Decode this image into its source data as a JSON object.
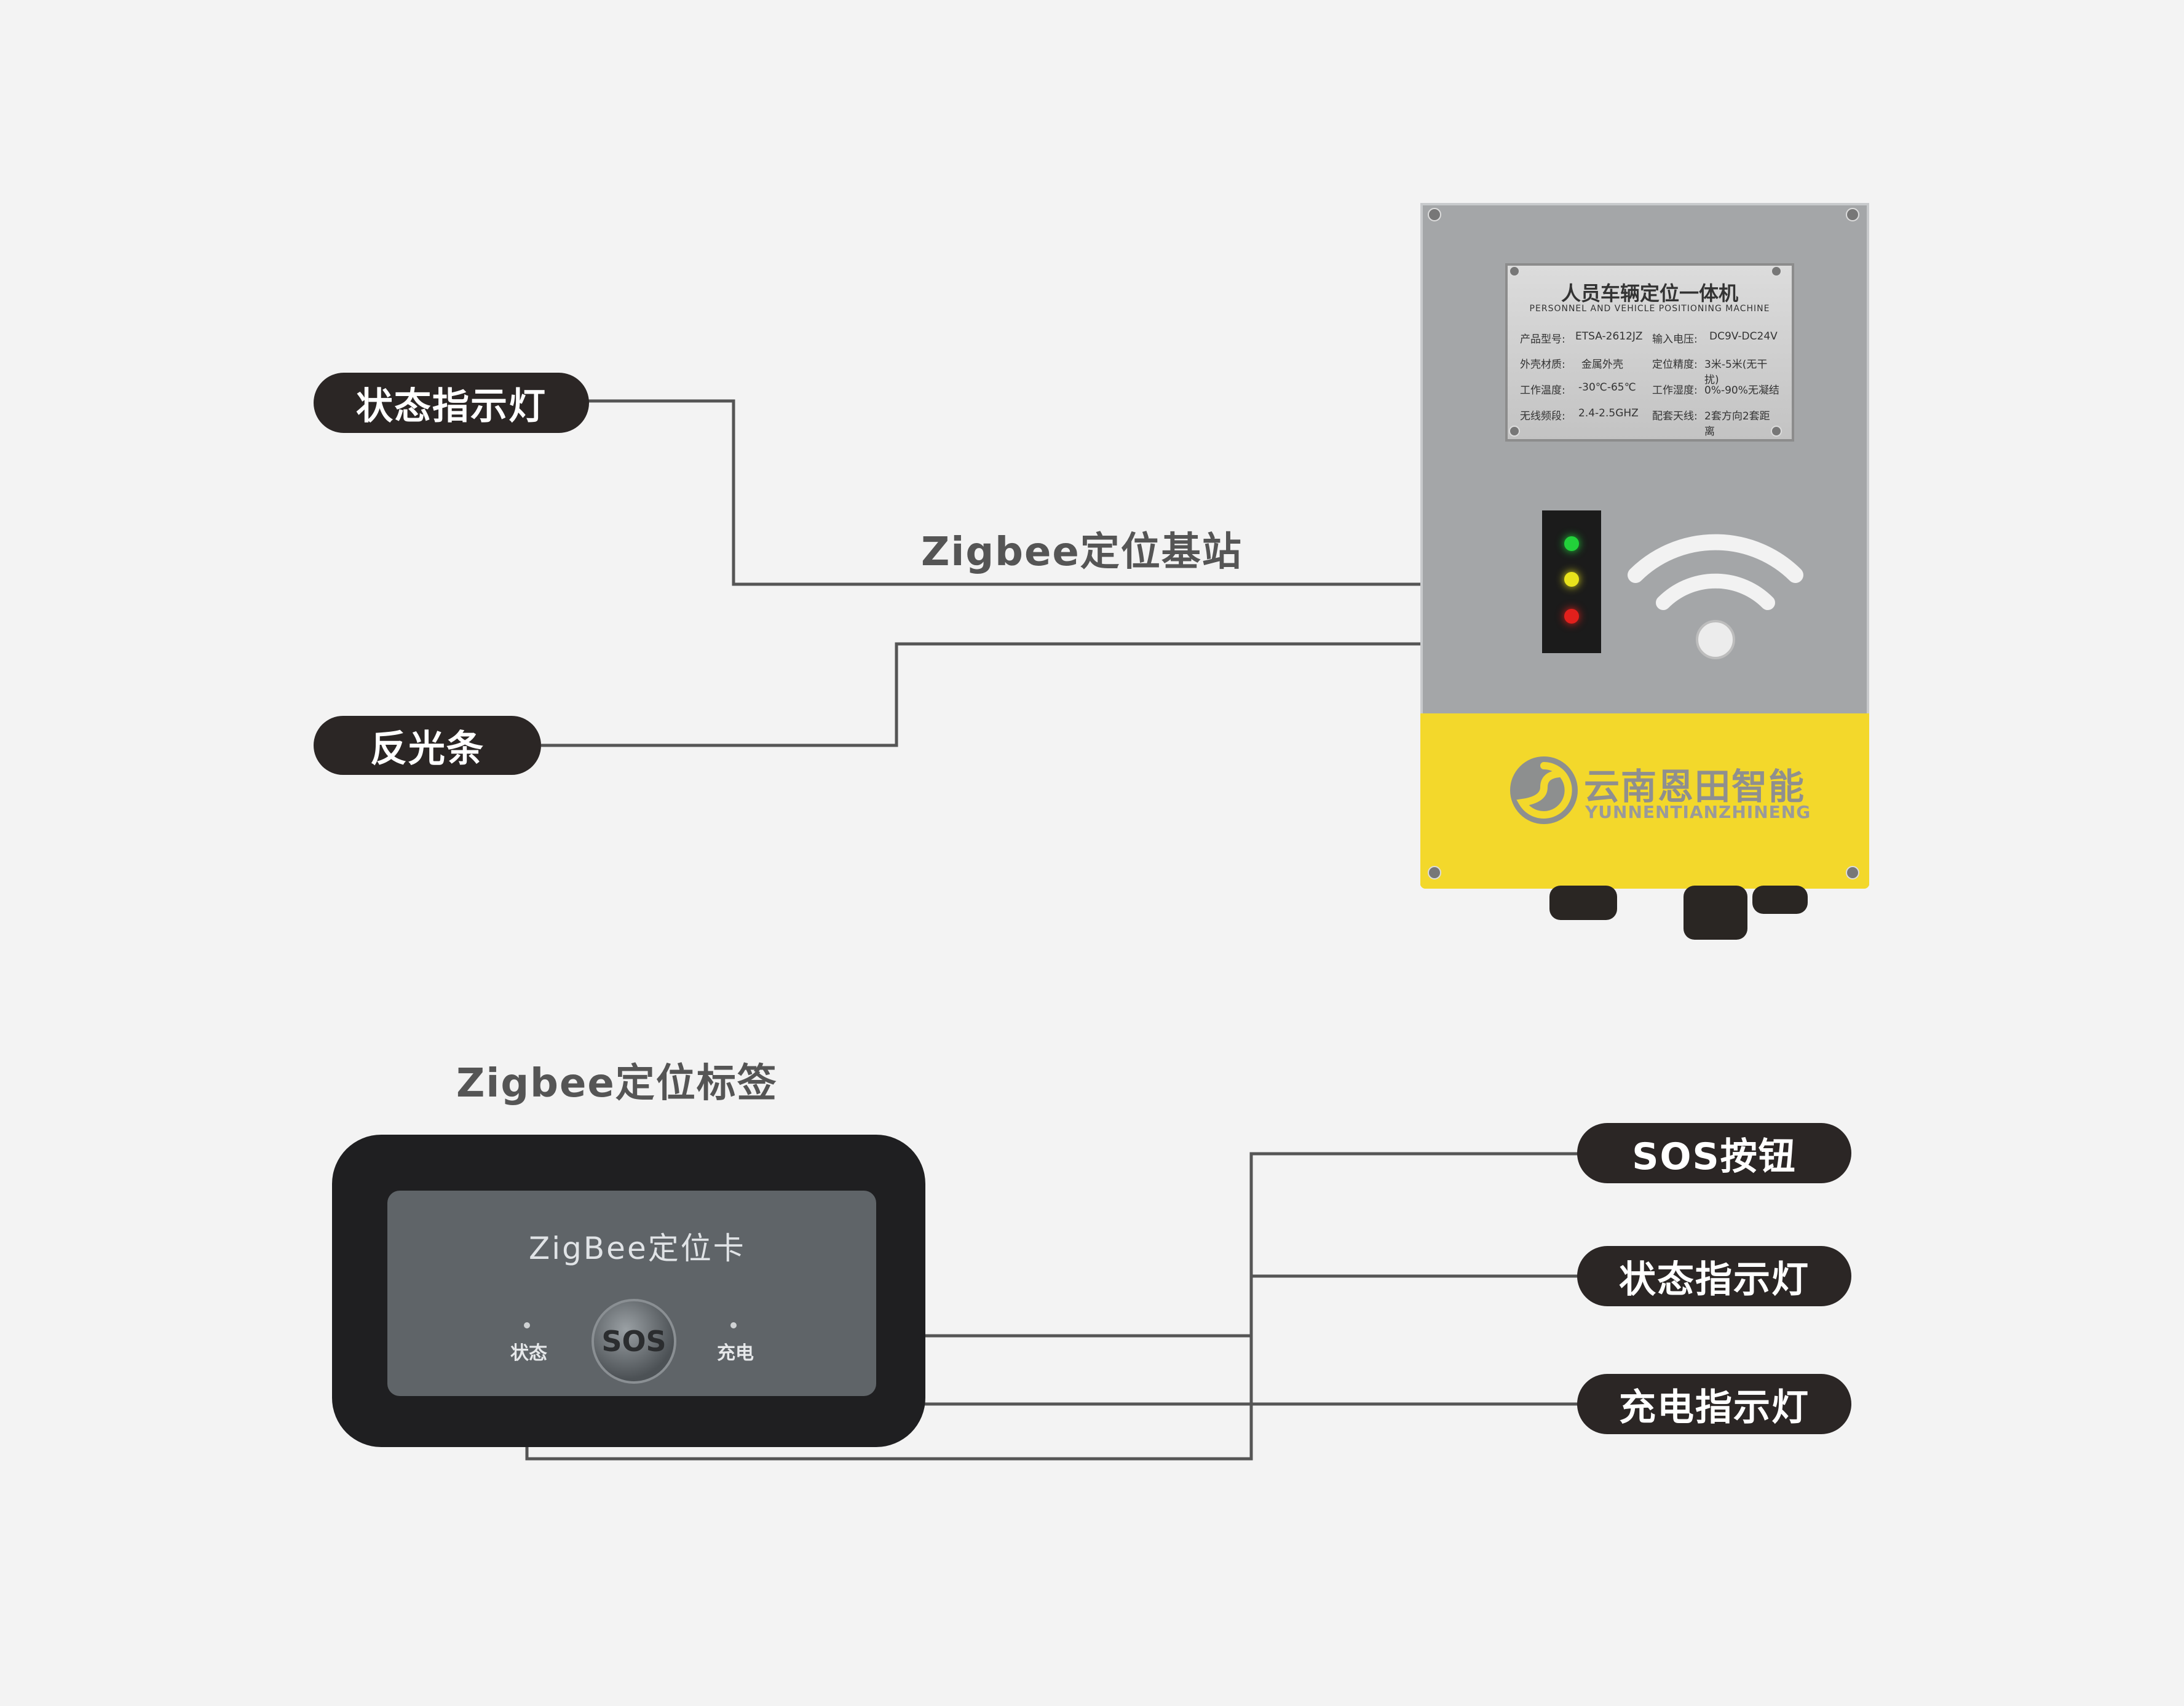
{
  "callouts": {
    "station_status_led": "状态指示灯",
    "station_reflector": "反光条",
    "tag_sos_button": "SOS按钮",
    "tag_status_led": "状态指示灯",
    "tag_charge_led": "充电指示灯"
  },
  "captions": {
    "station": "Zigbee定位基站",
    "tag": "Zigbee定位标签"
  },
  "station": {
    "plate": {
      "title": "人员车辆定位一体机",
      "subtitle": "PERSONNEL AND VEHICLE POSITIONING MACHINE",
      "rows": [
        {
          "k1": "产品型号:",
          "v1": "ETSA-2612JZ",
          "k2": "输入电压:",
          "v2": "DC9V-DC24V"
        },
        {
          "k1": "外壳材质:",
          "v1": "金属外壳",
          "k2": "定位精度:",
          "v2": "3米-5米(无干扰)"
        },
        {
          "k1": "工作温度:",
          "v1": "-30℃-65℃",
          "k2": "工作湿度:",
          "v2": "0%-90%无凝结"
        },
        {
          "k1": "无线频段:",
          "v1": "2.4-2.5GHZ",
          "k2": "配套天线:",
          "v2": "2套方向2套距离"
        }
      ]
    },
    "brand_cn": "云南恩田智能",
    "brand_en": "YUNNENTIANZHINENG",
    "colors": {
      "led_green": "#22d13a",
      "led_yellow": "#e8e21c",
      "led_red": "#e2201c",
      "band": "#f3d82b"
    }
  },
  "tag": {
    "title": "ZigBee定位卡",
    "status_label": "状态",
    "charge_label": "充电",
    "sos_label": "SOS"
  }
}
